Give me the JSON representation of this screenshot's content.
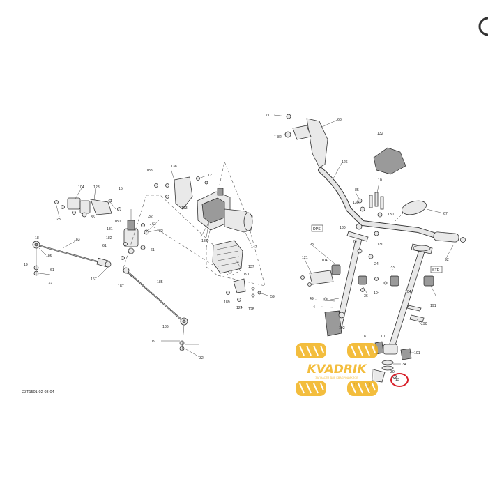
{
  "diagram": {
    "drawing_code": "23T1501-02-03-04",
    "callouts": [
      {
        "id": "c71",
        "text": "71"
      },
      {
        "id": "c68",
        "text": "68"
      },
      {
        "id": "c82",
        "text": "82"
      },
      {
        "id": "c132",
        "text": "132"
      },
      {
        "id": "c126",
        "text": "126"
      },
      {
        "id": "c85",
        "text": "85"
      },
      {
        "id": "c10a",
        "text": "10"
      },
      {
        "id": "c130a",
        "text": "130"
      },
      {
        "id": "c130b",
        "text": "130"
      },
      {
        "id": "c130c",
        "text": "130"
      },
      {
        "id": "c130d",
        "text": "130"
      },
      {
        "id": "c67",
        "text": "67"
      },
      {
        "id": "c92",
        "text": "92"
      },
      {
        "id": "c98",
        "text": "98"
      },
      {
        "id": "c24a",
        "text": "24"
      },
      {
        "id": "c24b",
        "text": "24"
      },
      {
        "id": "c121",
        "text": "121"
      },
      {
        "id": "c104a",
        "text": "104"
      },
      {
        "id": "c104b",
        "text": "104"
      },
      {
        "id": "c104c",
        "text": "104"
      },
      {
        "id": "c36",
        "text": "36"
      },
      {
        "id": "c33",
        "text": "33"
      },
      {
        "id": "c191a",
        "text": "191"
      },
      {
        "id": "c49",
        "text": "49"
      },
      {
        "id": "c4",
        "text": "4"
      },
      {
        "id": "c192",
        "text": "192"
      },
      {
        "id": "c181",
        "text": "181"
      },
      {
        "id": "c190",
        "text": "190"
      },
      {
        "id": "c101a",
        "text": "101"
      },
      {
        "id": "c101b",
        "text": "101"
      },
      {
        "id": "c34",
        "text": "34"
      },
      {
        "id": "c13",
        "text": "13"
      },
      {
        "id": "c30",
        "text": "30"
      },
      {
        "id": "c16",
        "text": "16"
      },
      {
        "id": "c138",
        "text": "138"
      },
      {
        "id": "c12",
        "text": "12"
      },
      {
        "id": "c188",
        "text": "188"
      },
      {
        "id": "c193",
        "text": "193"
      },
      {
        "id": "c183",
        "text": "183"
      },
      {
        "id": "c147",
        "text": "147"
      },
      {
        "id": "c137",
        "text": "137"
      },
      {
        "id": "c191b",
        "text": "191"
      },
      {
        "id": "c189",
        "text": "189"
      },
      {
        "id": "c124",
        "text": "124"
      },
      {
        "id": "c128",
        "text": "128"
      },
      {
        "id": "c59",
        "text": "59"
      },
      {
        "id": "c104d",
        "text": "104"
      },
      {
        "id": "c128b",
        "text": "128"
      },
      {
        "id": "c15",
        "text": "15"
      },
      {
        "id": "c23",
        "text": "23"
      },
      {
        "id": "c35",
        "text": "35"
      },
      {
        "id": "c32a",
        "text": "32"
      },
      {
        "id": "c32b",
        "text": "32"
      },
      {
        "id": "c32c",
        "text": "32"
      },
      {
        "id": "c32d",
        "text": "32"
      },
      {
        "id": "c180",
        "text": "180"
      },
      {
        "id": "c181b",
        "text": "181"
      },
      {
        "id": "c182",
        "text": "182"
      },
      {
        "id": "c61a",
        "text": "61"
      },
      {
        "id": "c61b",
        "text": "61"
      },
      {
        "id": "c61c",
        "text": "61"
      },
      {
        "id": "c61d",
        "text": "61"
      },
      {
        "id": "c183b",
        "text": "183"
      },
      {
        "id": "c186",
        "text": "186"
      },
      {
        "id": "c187",
        "text": "187"
      },
      {
        "id": "c167",
        "text": "167"
      },
      {
        "id": "c185",
        "text": "185"
      },
      {
        "id": "c19a",
        "text": "19"
      },
      {
        "id": "c19b",
        "text": "19"
      },
      {
        "id": "c18",
        "text": "18"
      },
      {
        "id": "c186b",
        "text": "186"
      }
    ],
    "boxed_labels": [
      {
        "id": "dps",
        "text": "DPS"
      },
      {
        "id": "std",
        "text": "STD"
      }
    ],
    "watermark": {
      "brand": "KVADRIK",
      "tagline": "ЗАПЧАСТИ ДЛЯ КВАДРОЦИКЛОВ"
    },
    "highlight_color": "#d8202a",
    "watermark_color": "#f2b21c"
  }
}
